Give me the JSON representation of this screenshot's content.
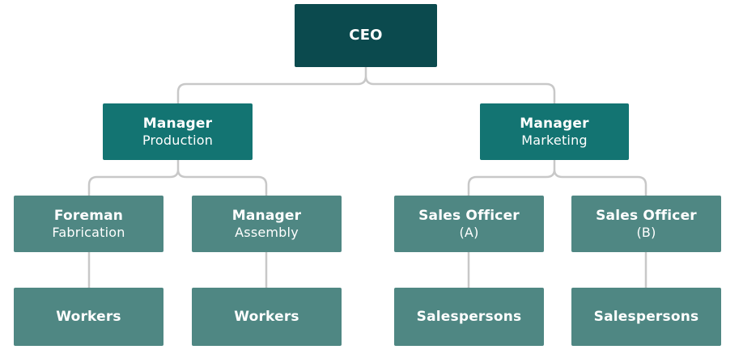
{
  "colors": {
    "top": "#0b4a4e",
    "manager": "#137472",
    "lower": "#4f8783",
    "connector": "#c8c8c8",
    "text": "#ffffff"
  },
  "nodes": {
    "ceo": {
      "line1": "CEO"
    },
    "manager_production": {
      "line1": "Manager",
      "line2": "Production"
    },
    "manager_marketing": {
      "line1": "Manager",
      "line2": "Marketing"
    },
    "foreman_fabrication": {
      "line1": "Foreman",
      "line2": "Fabrication"
    },
    "manager_assembly": {
      "line1": "Manager",
      "line2": "Assembly"
    },
    "sales_officer_a": {
      "line1": "Sales Officer",
      "line2": "(A)"
    },
    "sales_officer_b": {
      "line1": "Sales Officer",
      "line2": "(B)"
    },
    "workers_fabrication": {
      "line1": "Workers"
    },
    "workers_assembly": {
      "line1": "Workers"
    },
    "salespersons_a": {
      "line1": "Salespersons"
    },
    "salespersons_b": {
      "line1": "Salespersons"
    }
  },
  "edges": [
    [
      "ceo",
      "manager_production"
    ],
    [
      "ceo",
      "manager_marketing"
    ],
    [
      "manager_production",
      "foreman_fabrication"
    ],
    [
      "manager_production",
      "manager_assembly"
    ],
    [
      "manager_marketing",
      "sales_officer_a"
    ],
    [
      "manager_marketing",
      "sales_officer_b"
    ],
    [
      "foreman_fabrication",
      "workers_fabrication"
    ],
    [
      "manager_assembly",
      "workers_assembly"
    ],
    [
      "sales_officer_a",
      "salespersons_a"
    ],
    [
      "sales_officer_b",
      "salespersons_b"
    ]
  ]
}
